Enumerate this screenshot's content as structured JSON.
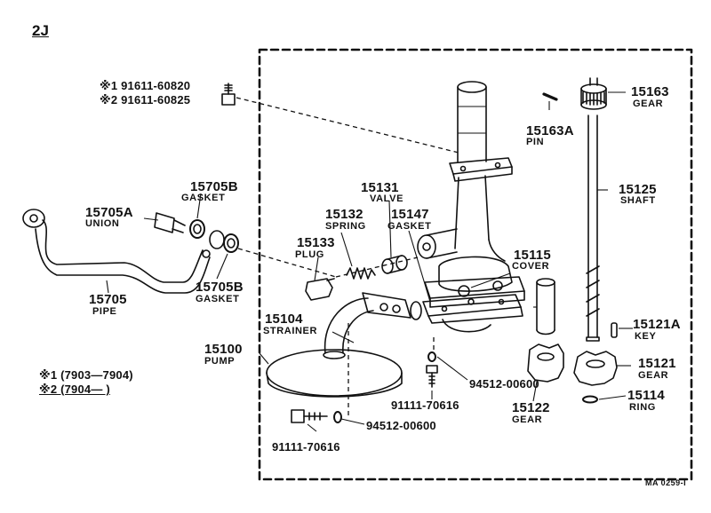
{
  "section_tag": "2J",
  "bolt_refs": {
    "ref1": "※1  91611-60820",
    "ref2": "※2  91611-60825"
  },
  "parts": {
    "gear_15163": {
      "number": "15163",
      "name": "GEAR"
    },
    "pin_15163a": {
      "number": "15163A",
      "name": "PIN"
    },
    "shaft_15125": {
      "number": "15125",
      "name": "SHAFT"
    },
    "gasket_15705b_top": {
      "number": "15705B",
      "name": "GASKET"
    },
    "valve_15131": {
      "number": "15131",
      "name": "VALVE"
    },
    "union_15705a": {
      "number": "15705A",
      "name": "UNION"
    },
    "spring_15132": {
      "number": "15132",
      "name": "SPRING"
    },
    "gasket_15147": {
      "number": "15147",
      "name": "GASKET"
    },
    "plug_15133": {
      "number": "15133",
      "name": "PLUG"
    },
    "cover_15115": {
      "number": "15115",
      "name": "COVER"
    },
    "pipe_15705": {
      "number": "15705",
      "name": "PIPE"
    },
    "gasket_15705b_bottom": {
      "number": "15705B",
      "name": "GASKET"
    },
    "strainer_15104": {
      "number": "15104",
      "name": "STRAINER"
    },
    "key_15121a": {
      "number": "15121A",
      "name": "KEY"
    },
    "pump_15100": {
      "number": "15100",
      "name": "PUMP"
    },
    "gear_15121": {
      "number": "15121",
      "name": "GEAR"
    },
    "gear_15122": {
      "number": "15122",
      "name": "GEAR"
    },
    "ring_15114": {
      "number": "15114",
      "name": "RING"
    }
  },
  "part_codes": {
    "washer_right": "94512-00600",
    "bolt_right": "91111-70616",
    "washer_bottom": "94512-00600",
    "bolt_bottom": "91111-70616"
  },
  "legend": {
    "line1": "※1 (7903—7904)",
    "line2": "※2 (7904—        )"
  },
  "footer_code": "MA 0259-I"
}
